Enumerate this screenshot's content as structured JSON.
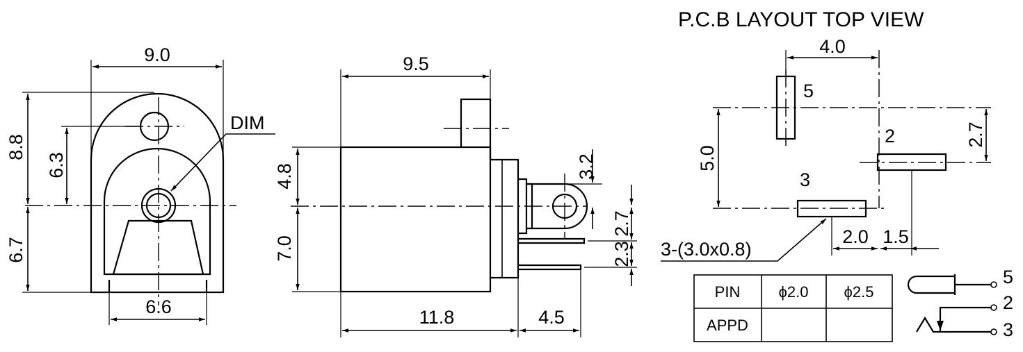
{
  "pcb_title": "P.C.B LAYOUT TOP VIEW",
  "front_view": {
    "width_top": "9.0",
    "height_total": "8.8",
    "height_center": "6.3",
    "height_bottom": "6.7",
    "width_bottom": "6.6",
    "dim_callout": "DIM"
  },
  "side_view": {
    "depth_top": "9.5",
    "upper_height": "4.8",
    "lower_height": "7.0",
    "pin_offset": "3.2",
    "pin_spacing_a": "2.7",
    "pin_spacing_b": "2.3",
    "body_length": "11.8",
    "pin_length": "4.5"
  },
  "pcb": {
    "spacing_x": "4.0",
    "spacing_y": "5.0",
    "pin2_offset": "2.7",
    "pin_label_5": "5",
    "pin_label_2": "2",
    "pin_label_3": "3",
    "pad_spec": "3-(3.0x0.8)",
    "offset_a": "2.0",
    "offset_b": "1.5"
  },
  "table": {
    "header": [
      "PIN",
      "ϕ2.0",
      "ϕ2.5"
    ],
    "row_label": "APPD"
  },
  "schematic": {
    "pin_5": "5",
    "pin_2": "2",
    "pin_3": "3"
  }
}
